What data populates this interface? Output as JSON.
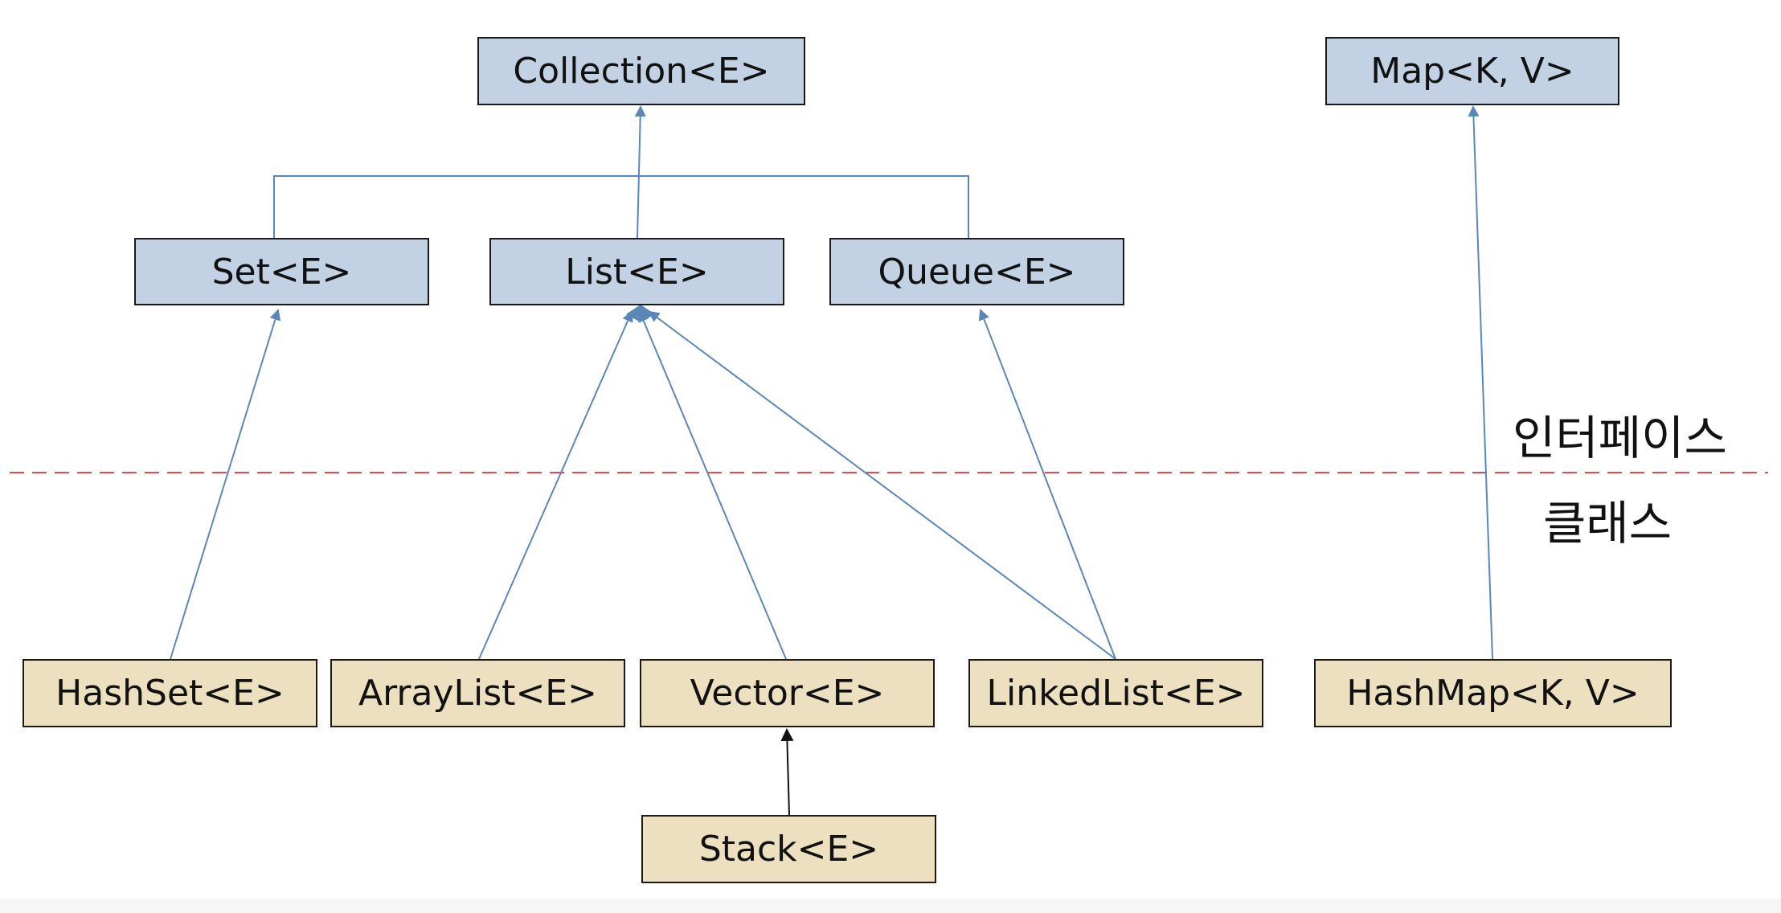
{
  "interfaces": {
    "collection": "Collection<E>",
    "map": "Map<K, V>",
    "set": "Set<E>",
    "list": "List<E>",
    "queue": "Queue<E>"
  },
  "classes": {
    "hashset": "HashSet<E>",
    "arraylist": "ArrayList<E>",
    "vector": "Vector<E>",
    "linkedlist": "LinkedList<E>",
    "hashmap": "HashMap<K, V>",
    "stack": "Stack<E>"
  },
  "regions": {
    "interface_label": "인터페이스",
    "class_label": "클래스"
  },
  "colors": {
    "interface_fill": "#c2d1e4",
    "class_fill": "#ece0c1",
    "connector": "#5b87b8",
    "divider": "#e84848"
  }
}
